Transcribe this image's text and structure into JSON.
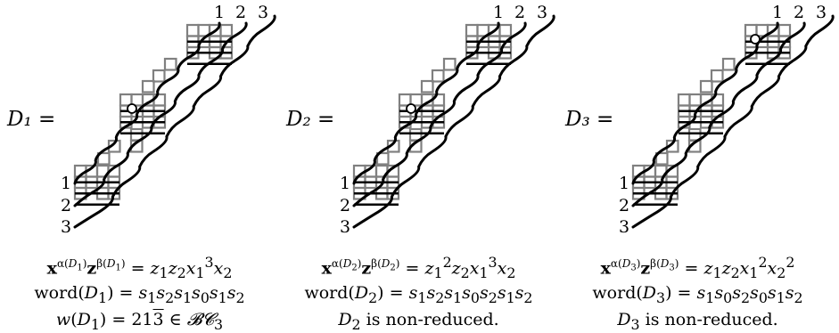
{
  "panels": [
    {
      "label": "D₁ =",
      "monomial": "𝐱^{α(D₁)} 𝐳^{β(D₁)} = z₁z₂x₁³x₂",
      "word": "word(D₁) = s₁s₂s₁s₀s₁s₂",
      "note": "w(D₁) = 213̅ ∈ 𝓑𝓒₃",
      "circle_top": false
    },
    {
      "label": "D₂ =",
      "monomial": "𝐱^{α(D₂)} 𝐳^{β(D₂)} = z₁²z₂x₁³x₂",
      "word": "word(D₂) = s₁s₂s₁s₀s₂s₁s₂",
      "note": "D₂ is non-reduced.",
      "circle_top": false
    },
    {
      "label": "D₃ =",
      "monomial": "𝐱^{α(D₃)} 𝐳^{β(D₃)} = z₁z₂x₁²x₂²",
      "word": "word(D₃) = s₁s₀s₂s₀s₁s₂",
      "note": "D₃ is non-reduced.",
      "circle_top": true
    }
  ],
  "strand_labels": [
    "1",
    "2",
    "3"
  ],
  "colors": {
    "grid": "#808080",
    "strand": "#000000"
  }
}
